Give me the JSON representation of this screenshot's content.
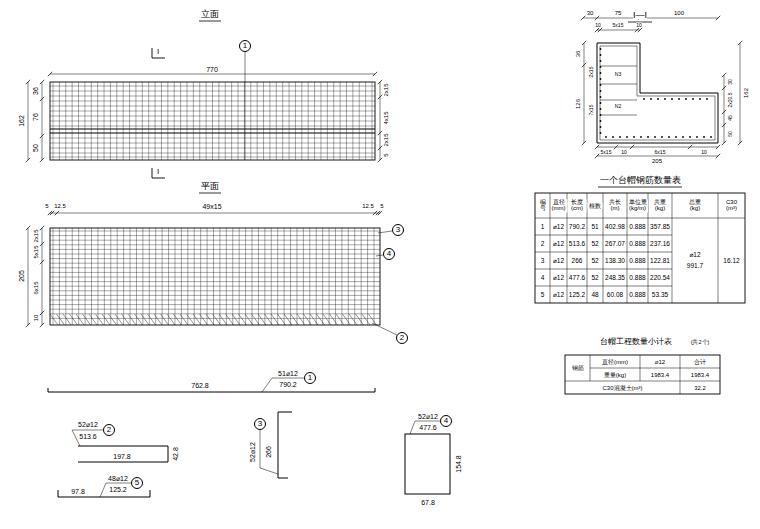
{
  "diagram": {
    "nodes": [
      {
        "text": [
          "1"
        ]
      },
      {
        "text": [
          "3"
        ]
      },
      {
        "text": [
          "4"
        ]
      },
      {
        "text": [
          "2"
        ]
      },
      {
        "text": [
          "1"
        ]
      },
      {
        "text": [
          "2"
        ]
      },
      {
        "text": [
          "3"
        ]
      },
      {
        "text": [
          "4"
        ]
      },
      {
        "text": [
          "5"
        ]
      }
    ],
    "labels": [
      "立面",
      "I—I",
      "I",
      "I",
      "770",
      "162",
      "36",
      "76",
      "50",
      "2x15",
      "4x15",
      "2x15",
      "5",
      "平面",
      "5",
      "12.5",
      "49x15",
      "12.5",
      "5",
      "205",
      "2x15",
      "5x15",
      "6x15",
      "10",
      "762.8",
      "51⌀12",
      "790.2",
      "52⌀12",
      "513.6",
      "197.8",
      "42.8",
      "52⌀12",
      "266",
      "52⌀12",
      "477.6",
      "154.8",
      "67.8",
      "48⌀12",
      "125.2",
      "97.8",
      "30",
      "75",
      "100",
      "10",
      "5x15",
      "10",
      "36",
      "2x15",
      "126",
      "7x15",
      "162",
      "30",
      "2x20.5",
      "45",
      "50",
      "5x15",
      "10",
      "6x15",
      "10",
      "205",
      "N3",
      "N2",
      "一个台帽钢筋数量表",
      "编号",
      "直径 (mm)",
      "长度 (cm)",
      "根数",
      "共长 (m)",
      "单位重 (kg/m)",
      "共重 (kg)",
      "总重 (kg)",
      "C30 (m³)",
      "1",
      "⌀12",
      "790.2",
      "51",
      "402.98",
      "0.888",
      "357.85",
      "2",
      "⌀12",
      "513.6",
      "52",
      "267.07",
      "0.888",
      "237.16",
      "3",
      "⌀12",
      "266",
      "52",
      "138.30",
      "0.888",
      "122.81",
      "4",
      "⌀12",
      "477.6",
      "52",
      "248.35",
      "0.888",
      "220.54",
      "5",
      "⌀12",
      "125.2",
      "48",
      "60.08",
      "0.888",
      "53.35",
      "⌀12",
      "991.7",
      "16.12",
      "台帽工程数量小计表",
      "(共2个)",
      "钢筋",
      "直径(mm)",
      "⌀12",
      "合计",
      "重量(kg)",
      "1983.4",
      "1983.4",
      "C30混凝土(m³)",
      "32.2"
    ]
  }
}
